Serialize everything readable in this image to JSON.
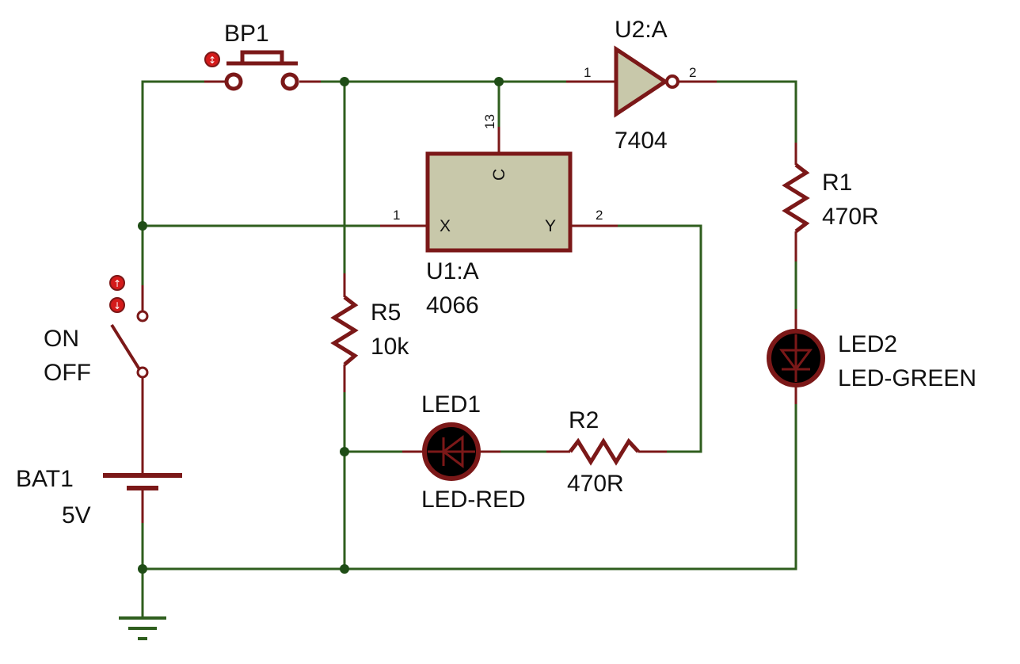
{
  "colors": {
    "wire": "#2f5e1e",
    "component": "#7b1818",
    "ic_fill": "#c8c8aa",
    "led_fill": "#000000",
    "background": "#ffffff"
  },
  "components": {
    "bp1": {
      "ref": "BP1"
    },
    "u2": {
      "ref": "U2:A",
      "part": "7404",
      "pin_in": "1",
      "pin_out": "2"
    },
    "u1": {
      "ref": "U1:A",
      "part": "4066",
      "pin_x": "1",
      "pin_y": "2",
      "pin_c": "13",
      "label_x": "X",
      "label_y": "Y",
      "label_c": "C"
    },
    "r1": {
      "ref": "R1",
      "value": "470R"
    },
    "r2": {
      "ref": "R2",
      "value": "470R"
    },
    "r5": {
      "ref": "R5",
      "value": "10k"
    },
    "led1": {
      "ref": "LED1",
      "part": "LED-RED"
    },
    "led2": {
      "ref": "LED2",
      "part": "LED-GREEN"
    },
    "switch": {
      "on": "ON",
      "off": "OFF"
    },
    "bat1": {
      "ref": "BAT1",
      "value": "5V"
    }
  },
  "icons": [
    "push-button-icon",
    "inverter-icon",
    "resistor-icon",
    "led-icon",
    "switch-icon",
    "battery-icon",
    "ground-icon"
  ]
}
